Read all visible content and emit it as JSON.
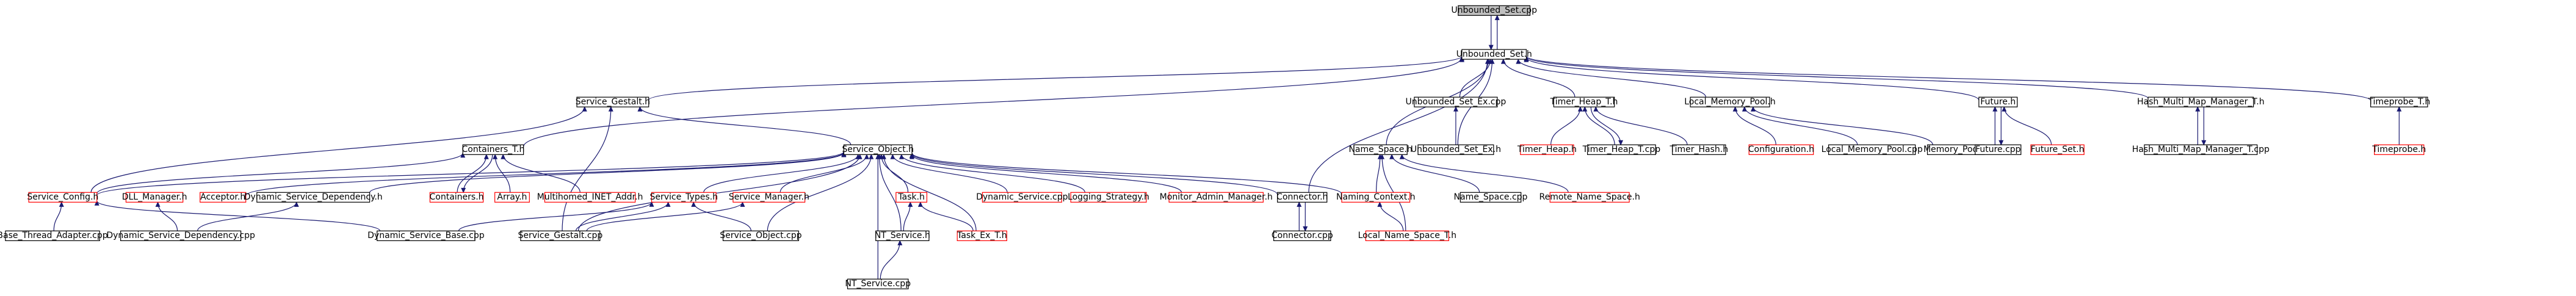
{
  "colors": {
    "root_fill": "#bfbfbf",
    "node_stroke_normal": "#000000",
    "node_stroke_red": "#ff0000",
    "edge": "#191970",
    "background": "#ffffff"
  },
  "nodes": [
    {
      "id": "unbounded_set_cpp",
      "label": "Unbounded_Set.cpp",
      "style": "root"
    },
    {
      "id": "unbounded_set_h",
      "label": "Unbounded_Set.h",
      "style": "normal"
    },
    {
      "id": "service_gestalt_h",
      "label": "Service_Gestalt.h",
      "style": "normal"
    },
    {
      "id": "unbounded_set_ex_cpp",
      "label": "Unbounded_Set_Ex.cpp",
      "style": "normal"
    },
    {
      "id": "timer_heap_t_h",
      "label": "Timer_Heap_T.h",
      "style": "normal"
    },
    {
      "id": "local_memory_pool_h",
      "label": "Local_Memory_Pool.h",
      "style": "normal"
    },
    {
      "id": "future_h",
      "label": "Future.h",
      "style": "normal"
    },
    {
      "id": "hash_multi_map_manager_t_h",
      "label": "Hash_Multi_Map_Manager_T.h",
      "style": "normal"
    },
    {
      "id": "timeprobe_t_h",
      "label": "Timeprobe_T.h",
      "style": "normal"
    },
    {
      "id": "containers_t_h",
      "label": "Containers_T.h",
      "style": "normal"
    },
    {
      "id": "service_object_h",
      "label": "Service_Object.h",
      "style": "normal"
    },
    {
      "id": "name_space_h",
      "label": "Name_Space.h",
      "style": "normal"
    },
    {
      "id": "unbounded_set_ex_h",
      "label": "Unbounded_Set_Ex.h",
      "style": "normal"
    },
    {
      "id": "timer_heap_h",
      "label": "Timer_Heap.h",
      "style": "red"
    },
    {
      "id": "timer_heap_t_cpp",
      "label": "Timer_Heap_T.cpp",
      "style": "normal"
    },
    {
      "id": "timer_hash_h",
      "label": "Timer_Hash.h",
      "style": "normal"
    },
    {
      "id": "configuration_h",
      "label": "Configuration.h",
      "style": "red"
    },
    {
      "id": "local_memory_pool_cpp",
      "label": "Local_Memory_Pool.cpp",
      "style": "normal"
    },
    {
      "id": "memory_pool_h",
      "label": "Memory_Pool.h",
      "style": "normal"
    },
    {
      "id": "future_cpp",
      "label": "Future.cpp",
      "style": "normal"
    },
    {
      "id": "future_set_h",
      "label": "Future_Set.h",
      "style": "red"
    },
    {
      "id": "hash_multi_map_manager_t_cpp",
      "label": "Hash_Multi_Map_Manager_T.cpp",
      "style": "normal"
    },
    {
      "id": "timeprobe_h",
      "label": "Timeprobe.h",
      "style": "red"
    },
    {
      "id": "service_config_h",
      "label": "Service_Config.h",
      "style": "red"
    },
    {
      "id": "dll_manager_h",
      "label": "DLL_Manager.h",
      "style": "red"
    },
    {
      "id": "acceptor_h",
      "label": "Acceptor.h",
      "style": "red"
    },
    {
      "id": "dynamic_service_dependency_h",
      "label": "Dynamic_Service_Dependency.h",
      "style": "normal"
    },
    {
      "id": "containers_h",
      "label": "Containers.h",
      "style": "red"
    },
    {
      "id": "array_h",
      "label": "Array.h",
      "style": "red"
    },
    {
      "id": "multihomed_inet_addr_h",
      "label": "Multihomed_INET_Addr.h",
      "style": "red"
    },
    {
      "id": "service_types_h",
      "label": "Service_Types.h",
      "style": "red"
    },
    {
      "id": "service_manager_h",
      "label": "Service_Manager.h",
      "style": "red"
    },
    {
      "id": "task_h",
      "label": "Task.h",
      "style": "red"
    },
    {
      "id": "dynamic_service_cpp",
      "label": "Dynamic_Service.cpp",
      "style": "red"
    },
    {
      "id": "logging_strategy_h",
      "label": "Logging_Strategy.h",
      "style": "red"
    },
    {
      "id": "monitor_admin_manager_h",
      "label": "Monitor_Admin_Manager.h",
      "style": "red"
    },
    {
      "id": "connector_h",
      "label": "Connector.h",
      "style": "normal"
    },
    {
      "id": "naming_context_h",
      "label": "Naming_Context.h",
      "style": "red"
    },
    {
      "id": "name_space_cpp",
      "label": "Name_Space.cpp",
      "style": "normal"
    },
    {
      "id": "remote_name_space_h",
      "label": "Remote_Name_Space.h",
      "style": "red"
    },
    {
      "id": "base_thread_adapter_cpp",
      "label": "Base_Thread_Adapter.cpp",
      "style": "normal"
    },
    {
      "id": "dynamic_service_dependency_cpp",
      "label": "Dynamic_Service_Dependency.cpp",
      "style": "normal"
    },
    {
      "id": "dynamic_service_base_cpp",
      "label": "Dynamic_Service_Base.cpp",
      "style": "normal"
    },
    {
      "id": "service_gestalt_cpp",
      "label": "Service_Gestalt.cpp",
      "style": "normal"
    },
    {
      "id": "service_object_cpp",
      "label": "Service_Object.cpp",
      "style": "normal"
    },
    {
      "id": "nt_service_h",
      "label": "NT_Service.h",
      "style": "normal"
    },
    {
      "id": "task_ex_t_h",
      "label": "Task_Ex_T.h",
      "style": "red"
    },
    {
      "id": "connector_cpp",
      "label": "Connector.cpp",
      "style": "normal"
    },
    {
      "id": "local_name_space_t_h",
      "label": "Local_Name_Space_T.h",
      "style": "red"
    },
    {
      "id": "nt_service_cpp",
      "label": "NT_Service.cpp",
      "style": "normal"
    }
  ],
  "edges": [
    [
      "unbounded_set_h",
      "unbounded_set_cpp"
    ],
    [
      "unbounded_set_cpp",
      "unbounded_set_h"
    ],
    [
      "unbounded_set_h",
      "service_gestalt_h"
    ],
    [
      "unbounded_set_h",
      "unbounded_set_ex_cpp"
    ],
    [
      "unbounded_set_h",
      "timer_heap_t_h"
    ],
    [
      "unbounded_set_h",
      "local_memory_pool_h"
    ],
    [
      "unbounded_set_h",
      "future_h"
    ],
    [
      "unbounded_set_h",
      "hash_multi_map_manager_t_h"
    ],
    [
      "unbounded_set_h",
      "timeprobe_t_h"
    ],
    [
      "unbounded_set_h",
      "containers_t_h"
    ],
    [
      "unbounded_set_h",
      "name_space_h"
    ],
    [
      "unbounded_set_h",
      "unbounded_set_ex_h"
    ],
    [
      "unbounded_set_h",
      "connector_h"
    ],
    [
      "service_gestalt_h",
      "service_object_h"
    ],
    [
      "service_gestalt_h",
      "service_config_h"
    ],
    [
      "service_gestalt_h",
      "service_gestalt_cpp"
    ],
    [
      "unbounded_set_ex_cpp",
      "unbounded_set_ex_h"
    ],
    [
      "timer_heap_t_h",
      "timer_heap_h"
    ],
    [
      "timer_heap_t_h",
      "timer_heap_t_cpp"
    ],
    [
      "timer_heap_t_cpp",
      "timer_heap_t_h"
    ],
    [
      "timer_heap_t_h",
      "timer_hash_h"
    ],
    [
      "local_memory_pool_h",
      "configuration_h"
    ],
    [
      "local_memory_pool_h",
      "local_memory_pool_cpp"
    ],
    [
      "local_memory_pool_h",
      "memory_pool_h"
    ],
    [
      "future_h",
      "future_cpp"
    ],
    [
      "future_cpp",
      "future_h"
    ],
    [
      "future_h",
      "future_set_h"
    ],
    [
      "hash_multi_map_manager_t_h",
      "hash_multi_map_manager_t_cpp"
    ],
    [
      "hash_multi_map_manager_t_cpp",
      "hash_multi_map_manager_t_h"
    ],
    [
      "timeprobe_t_h",
      "timeprobe_h"
    ],
    [
      "containers_t_h",
      "service_config_h"
    ],
    [
      "containers_t_h",
      "containers_h"
    ],
    [
      "containers_h",
      "containers_t_h"
    ],
    [
      "containers_t_h",
      "array_h"
    ],
    [
      "containers_t_h",
      "multihomed_inet_addr_h"
    ],
    [
      "service_object_h",
      "service_config_h"
    ],
    [
      "service_object_h",
      "acceptor_h"
    ],
    [
      "service_object_h",
      "dynamic_service_dependency_h"
    ],
    [
      "service_object_h",
      "service_types_h"
    ],
    [
      "service_object_h",
      "service_manager_h"
    ],
    [
      "service_object_h",
      "task_h"
    ],
    [
      "service_object_h",
      "dynamic_service_cpp"
    ],
    [
      "service_object_h",
      "logging_strategy_h"
    ],
    [
      "service_object_h",
      "monitor_admin_manager_h"
    ],
    [
      "service_object_h",
      "connector_h"
    ],
    [
      "service_object_h",
      "naming_context_h"
    ],
    [
      "service_object_h",
      "service_object_cpp"
    ],
    [
      "service_object_h",
      "nt_service_h"
    ],
    [
      "service_object_h",
      "task_ex_t_h"
    ],
    [
      "service_object_h",
      "nt_service_cpp"
    ],
    [
      "service_object_h",
      "service_gestalt_cpp"
    ],
    [
      "name_space_h",
      "naming_context_h"
    ],
    [
      "name_space_h",
      "name_space_cpp"
    ],
    [
      "name_space_h",
      "remote_name_space_h"
    ],
    [
      "name_space_h",
      "local_name_space_t_h"
    ],
    [
      "naming_context_h",
      "local_name_space_t_h"
    ],
    [
      "service_config_h",
      "base_thread_adapter_cpp"
    ],
    [
      "service_config_h",
      "dynamic_service_base_cpp"
    ],
    [
      "dll_manager_h",
      "dynamic_service_dependency_cpp"
    ],
    [
      "dynamic_service_dependency_h",
      "dynamic_service_dependency_cpp"
    ],
    [
      "service_types_h",
      "dynamic_service_base_cpp"
    ],
    [
      "service_types_h",
      "service_gestalt_cpp"
    ],
    [
      "service_types_h",
      "service_object_cpp"
    ],
    [
      "service_manager_h",
      "service_gestalt_cpp"
    ],
    [
      "task_h",
      "nt_service_h"
    ],
    [
      "task_h",
      "task_ex_t_h"
    ],
    [
      "connector_h",
      "connector_cpp"
    ],
    [
      "connector_cpp",
      "connector_h"
    ],
    [
      "nt_service_h",
      "nt_service_cpp"
    ]
  ]
}
